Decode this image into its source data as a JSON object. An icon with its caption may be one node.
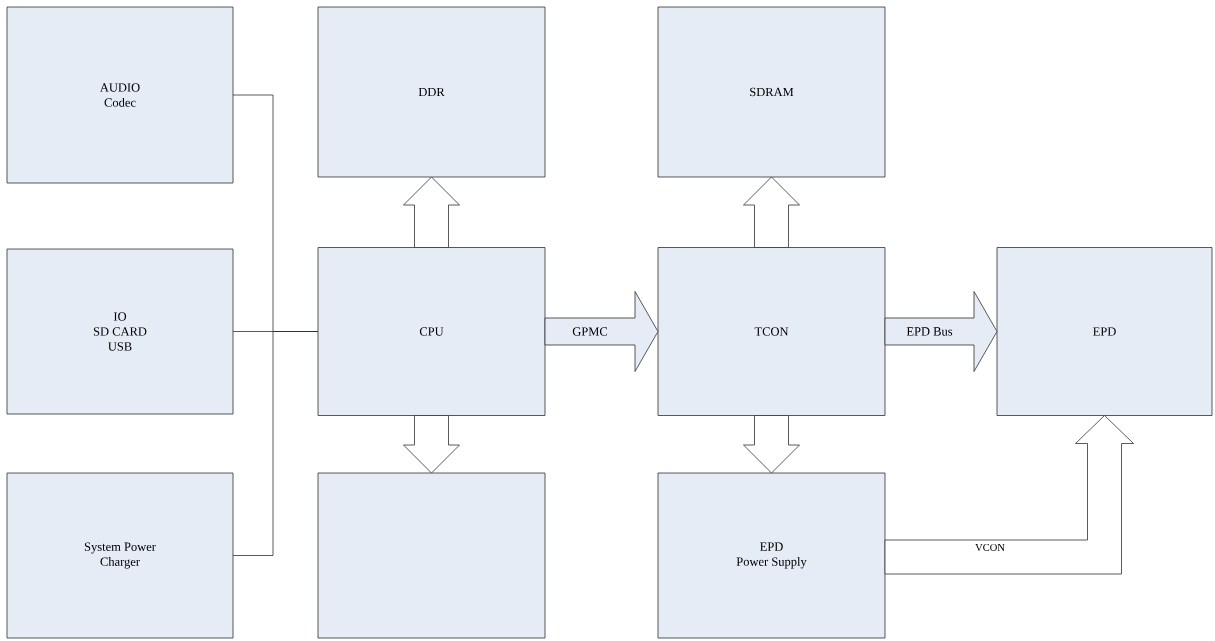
{
  "diagram": {
    "nodes": [
      {
        "text": [
          "AUDIO Codec"
        ]
      },
      {
        "text": [
          "IO",
          "SD CARD",
          "USB"
        ]
      },
      {
        "text": [
          "System Power Charger"
        ]
      },
      {
        "text": [
          "DDR"
        ]
      },
      {
        "text": [
          "CPU"
        ]
      },
      {
        "text": [],
        "shape": "box"
      },
      {
        "text": [
          "SDRAM"
        ]
      },
      {
        "text": [
          "TCON"
        ]
      },
      {
        "text": [
          "EPD",
          "Power Supply"
        ]
      },
      {
        "text": [
          "EPD"
        ]
      }
    ],
    "edges": [
      {
        "from": 0,
        "to": 4,
        "arrow": "none"
      },
      {
        "from": 1,
        "to": 4,
        "arrow": "none"
      },
      {
        "from": 2,
        "to": 4,
        "arrow": "none"
      },
      {
        "from": 4,
        "to": 3,
        "arrow": "to"
      },
      {
        "from": 4,
        "to": 5,
        "arrow": "to"
      },
      {
        "from": 4,
        "to": 7,
        "arrow": "to",
        "label": "GPMC"
      },
      {
        "from": 7,
        "to": 6,
        "arrow": "to"
      },
      {
        "from": 7,
        "to": 8,
        "arrow": "to"
      },
      {
        "from": 7,
        "to": 9,
        "arrow": "to",
        "label": "EPD Bus"
      },
      {
        "from": 8,
        "to": 9,
        "arrow": "to",
        "label": "VCON"
      }
    ]
  }
}
